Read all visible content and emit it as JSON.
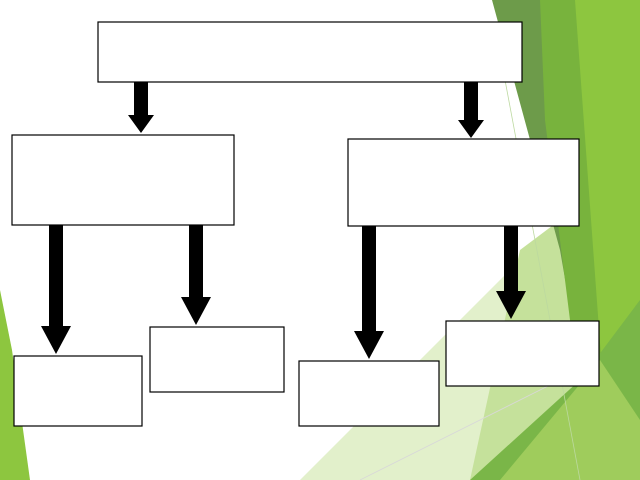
{
  "slide": {
    "background_color": "#ffffff",
    "decor_colors": {
      "dark_green": "#6d9b4a",
      "mid_green": "#78b33d",
      "light_green": "#8dc63f",
      "pale_green": "#c5e19b",
      "very_pale_green": "#e2f0cb"
    }
  },
  "diagram": {
    "line_color": "#000000",
    "box_fill": "#ffffff",
    "nodes": [
      {
        "id": "root",
        "label": ""
      },
      {
        "id": "left-branch",
        "label": ""
      },
      {
        "id": "right-branch",
        "label": ""
      },
      {
        "id": "left-left-leaf",
        "label": ""
      },
      {
        "id": "left-right-leaf",
        "label": ""
      },
      {
        "id": "right-left-leaf",
        "label": ""
      },
      {
        "id": "right-right-leaf",
        "label": ""
      }
    ],
    "edges": [
      {
        "from": "root",
        "to": "left-branch"
      },
      {
        "from": "root",
        "to": "right-branch"
      },
      {
        "from": "left-branch",
        "to": "left-left-leaf"
      },
      {
        "from": "left-branch",
        "to": "left-right-leaf"
      },
      {
        "from": "right-branch",
        "to": "right-left-leaf"
      },
      {
        "from": "right-branch",
        "to": "right-right-leaf"
      }
    ]
  }
}
